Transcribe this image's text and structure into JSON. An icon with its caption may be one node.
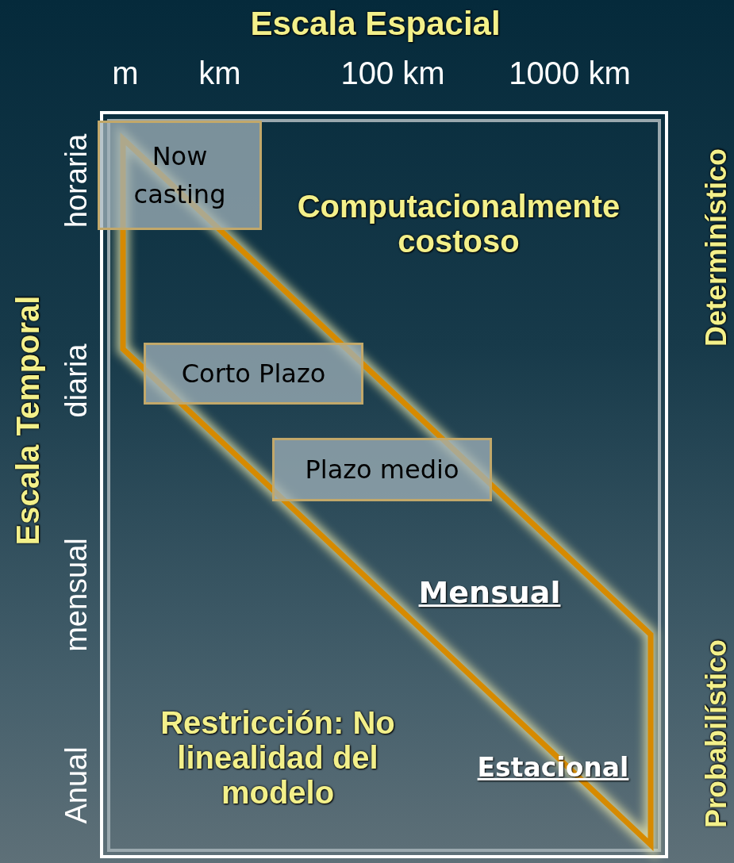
{
  "diagram": {
    "title": "Escala Espacial",
    "nodes": [
      {
        "text": [
          "Now casting"
        ]
      },
      {
        "text": [
          "Corto Plazo"
        ]
      },
      {
        "text": [
          "Plazo medio"
        ]
      }
    ],
    "labels": [
      "m",
      "km",
      "100 km",
      "1000 km",
      "Escala Temporal",
      "horaria",
      "diaria",
      "mensual",
      "Anual",
      "Determinístico",
      "Probabilístico",
      "Computacionalmente costoso",
      "Mensual",
      "Restricción: No linealidad del modelo",
      "Estacional"
    ]
  }
}
